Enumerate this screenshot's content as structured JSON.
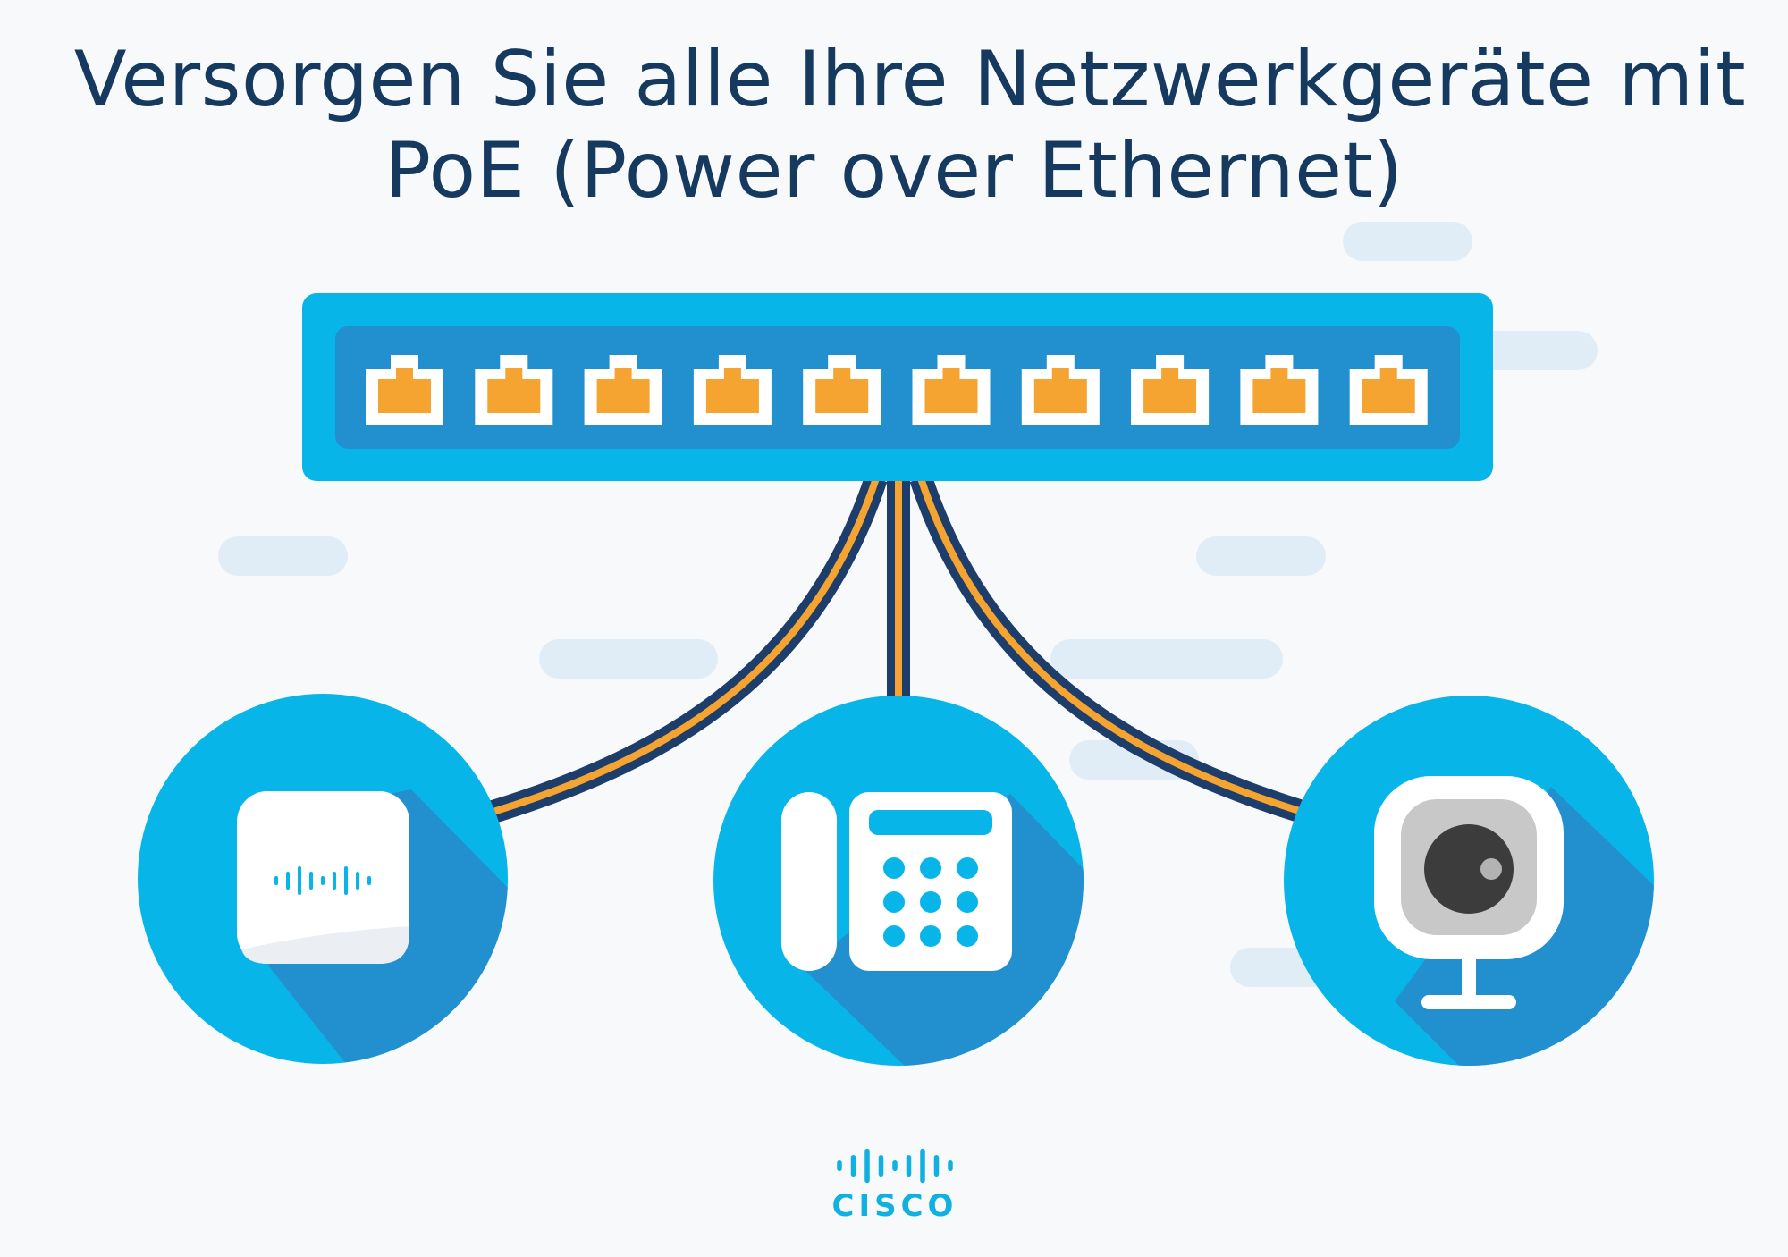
{
  "headline": {
    "line1": "Versorgen Sie alle Ihre Netzwerkgeräte mit",
    "line2": "PoE (Power over Ethernet)"
  },
  "brand": {
    "wordmark": "CISCO",
    "logo_icon": "cisco-bars-logo"
  },
  "switch": {
    "icon": "network-switch-icon",
    "port_count": 10
  },
  "devices": [
    {
      "id": "access-point",
      "icon": "wireless-access-point-icon"
    },
    {
      "id": "ip-phone",
      "icon": "ip-phone-icon"
    },
    {
      "id": "ip-camera",
      "icon": "ip-camera-icon"
    }
  ],
  "colors": {
    "background": "#f7f9fb",
    "headline": "#163a5f",
    "primary_blue": "#08b5e8",
    "dark_blue": "#2290cf",
    "port_orange": "#f5a331",
    "cable_navy": "#1d3d6b",
    "cloud": "#e1edf6",
    "white": "#ffffff",
    "brand_blue": "#10b0e0"
  }
}
